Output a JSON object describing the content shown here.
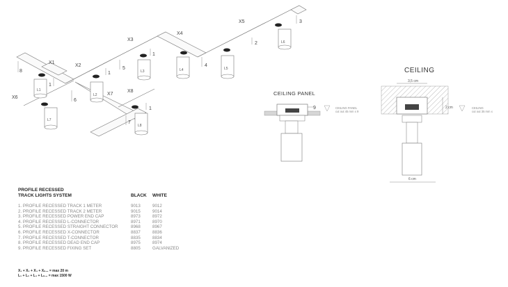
{
  "diagram": {
    "segment_labels": [
      "X1",
      "X2",
      "X3",
      "X4",
      "X5",
      "X6",
      "X7",
      "X8"
    ],
    "lamp_labels": [
      "L1",
      "L2",
      "L3",
      "L4",
      "L5",
      "L6",
      "L7",
      "L8"
    ],
    "callouts": [
      "1",
      "2",
      "3",
      "4",
      "5",
      "6",
      "7",
      "8",
      "9"
    ]
  },
  "sections": {
    "ceiling_panel": "CEILING PANEL",
    "ceiling": "CEILING",
    "panel_note": "CEILING PANEL",
    "panel_note_sub": "cut out 45 mm x 9",
    "ceiling_note": "CEILING",
    "ceiling_note_sub": "cut out 35 mm x",
    "dim_width_top": "3,5 cm",
    "dim_height": "2 cm",
    "dim_width_bottom": "6 cm"
  },
  "spec": {
    "title_line1": "PROFILE RECESSED",
    "title_line2": "TRACK LIGHTS SYSTEM",
    "col_black": "BLACK",
    "col_white": "WHITE",
    "items": [
      {
        "name": "1. PROFILE RECESSED TRACK 1 METER",
        "black": "9013",
        "white": "9012"
      },
      {
        "name": "2. PROFILE RECESSED TRACK 2 METER",
        "black": "9015",
        "white": "9014"
      },
      {
        "name": "3. PROFILE RECESSED POWER END CAP",
        "black": "8973",
        "white": "8972"
      },
      {
        "name": "4. PROFILE RECESSED L-CONNECTOR",
        "black": "8971",
        "white": "8970"
      },
      {
        "name": "5. PROFILE RECESSED STRAIGHT CONNECTOR",
        "black": "8968",
        "white": "8967"
      },
      {
        "name": "6. PROFILE RECESSED X-CONNECTOR",
        "black": "8837",
        "white": "8836"
      },
      {
        "name": "7. PROFILE RECESSED T-CONNECTOR",
        "black": "8835",
        "white": "8834"
      },
      {
        "name": "8. PROFILE RECESSED DEAD END CAP",
        "black": "8975",
        "white": "8974"
      },
      {
        "name": "9. PROFILE RECESSED FIXING SET",
        "black": "8805",
        "white": "GALVANIZED"
      }
    ],
    "formula_line1": "X₁ + X₂ + X₃ + Xₙ... = max 20 m",
    "formula_line2": "L₁ + L₂ + L₃ + Lₙ... = max 1500 W"
  }
}
